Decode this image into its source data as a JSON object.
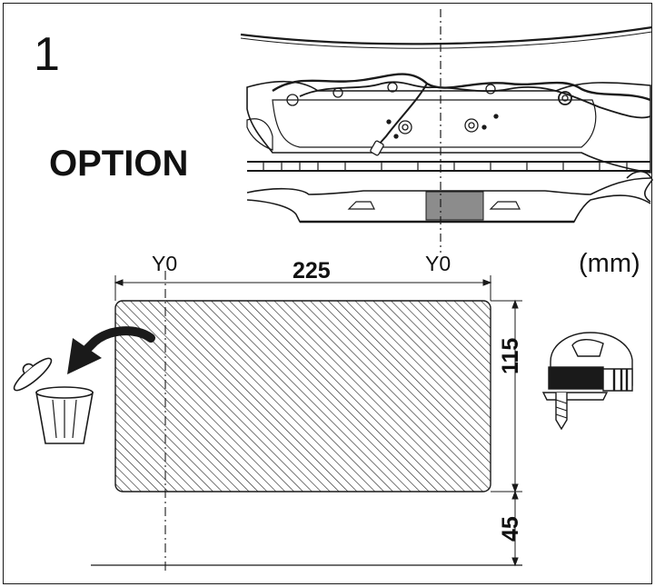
{
  "step": {
    "number": "1"
  },
  "option_label": "OPTION",
  "unit": "(mm)",
  "datum": {
    "left": "Y0",
    "right": "Y0"
  },
  "dimensions": {
    "width": "225",
    "height": "115",
    "offset": "45"
  },
  "icons": [
    "bumper-harness-illustration",
    "trash-bin-icon",
    "discard-arrow-icon",
    "jigsaw-icon"
  ],
  "colors": {
    "line": "#1a1a1a",
    "hatch": "#1a1a1a",
    "highlight": "#8c8c8c",
    "background": "#ffffff"
  }
}
